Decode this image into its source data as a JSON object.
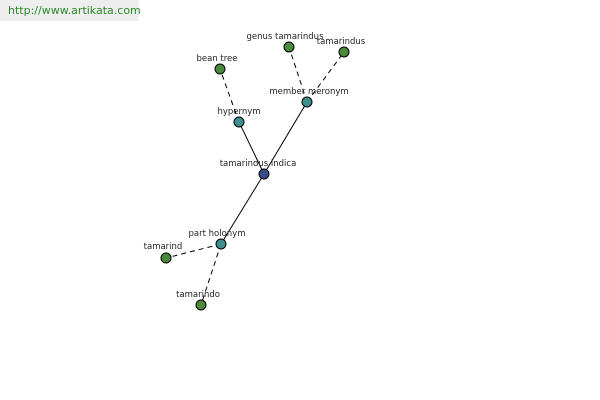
{
  "header": {
    "site_link": "http://www.artikata.com"
  },
  "colors": {
    "center_node": "#3b4c8c",
    "relation_node": "#3e8f8b",
    "leaf_node": "#4b8a3c",
    "link_text": "#2a8a2a"
  },
  "graph": {
    "nodes": [
      {
        "id": "tamarindus-indica",
        "label": "tamarindus indica",
        "kind": "center"
      },
      {
        "id": "hypernym",
        "label": "hypernym",
        "kind": "relation"
      },
      {
        "id": "member-meronym",
        "label": "member meronym",
        "kind": "relation"
      },
      {
        "id": "part-holonym",
        "label": "part holonym",
        "kind": "relation"
      },
      {
        "id": "bean-tree",
        "label": "bean tree",
        "kind": "leaf"
      },
      {
        "id": "genus-tamarindus",
        "label": "genus tamarindus",
        "kind": "leaf"
      },
      {
        "id": "tamarindus",
        "label": "tamarindus",
        "kind": "leaf"
      },
      {
        "id": "tamarind",
        "label": "tamarind",
        "kind": "leaf"
      },
      {
        "id": "tamarindo",
        "label": "tamarindo",
        "kind": "leaf"
      }
    ],
    "edges": [
      {
        "from": "tamarindus-indica",
        "to": "hypernym",
        "style": "solid"
      },
      {
        "from": "tamarindus-indica",
        "to": "member-meronym",
        "style": "solid"
      },
      {
        "from": "tamarindus-indica",
        "to": "part-holonym",
        "style": "solid"
      },
      {
        "from": "hypernym",
        "to": "bean-tree",
        "style": "dashed"
      },
      {
        "from": "member-meronym",
        "to": "genus-tamarindus",
        "style": "dashed"
      },
      {
        "from": "member-meronym",
        "to": "tamarindus",
        "style": "dashed"
      },
      {
        "from": "part-holonym",
        "to": "tamarind",
        "style": "dashed"
      },
      {
        "from": "part-holonym",
        "to": "tamarindo",
        "style": "dashed"
      }
    ]
  }
}
